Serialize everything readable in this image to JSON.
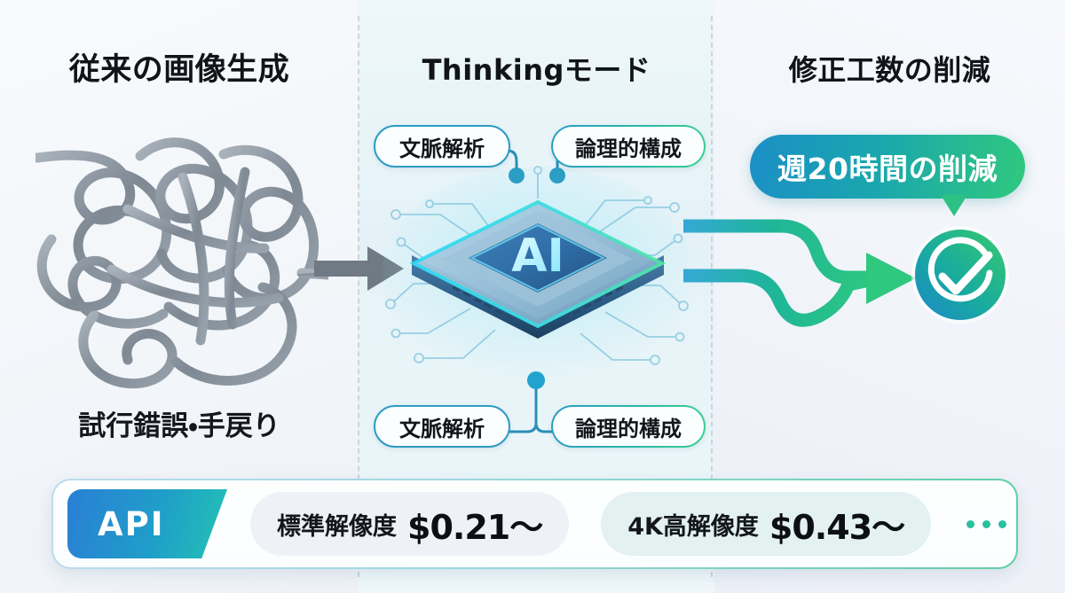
{
  "columns": {
    "left": {
      "title": "従来の画像生成",
      "caption": "試行錯誤・手戻り",
      "visual": "tangled-knot"
    },
    "center": {
      "title": "Thinkingモード",
      "visual": "ai-chip",
      "chip_label": "AI"
    },
    "right": {
      "title": "修正工数の削減",
      "visual": "check-circle"
    }
  },
  "pills": {
    "top_left": "文脈解析",
    "top_right": "論理的構成",
    "bottom_left": "文脈解析",
    "bottom_right": "論理的構成"
  },
  "bubble": {
    "label": "週20時間の削減"
  },
  "bottom_bar": {
    "api_label": "API",
    "items": [
      {
        "name": "標準解像度",
        "price": "$0.21〜"
      },
      {
        "name": "4K高解像度",
        "price": "$0.43〜"
      }
    ],
    "overflow": "…"
  },
  "colors": {
    "accent_blue": "#2e9cc4",
    "accent_green": "#2fc87e",
    "accent_teal": "#23c3b4",
    "api_blue": "#2a7fd4",
    "tangle_gray": "#8b949e",
    "arrow_gray": "#6f7a85",
    "text_dark": "#111418"
  }
}
